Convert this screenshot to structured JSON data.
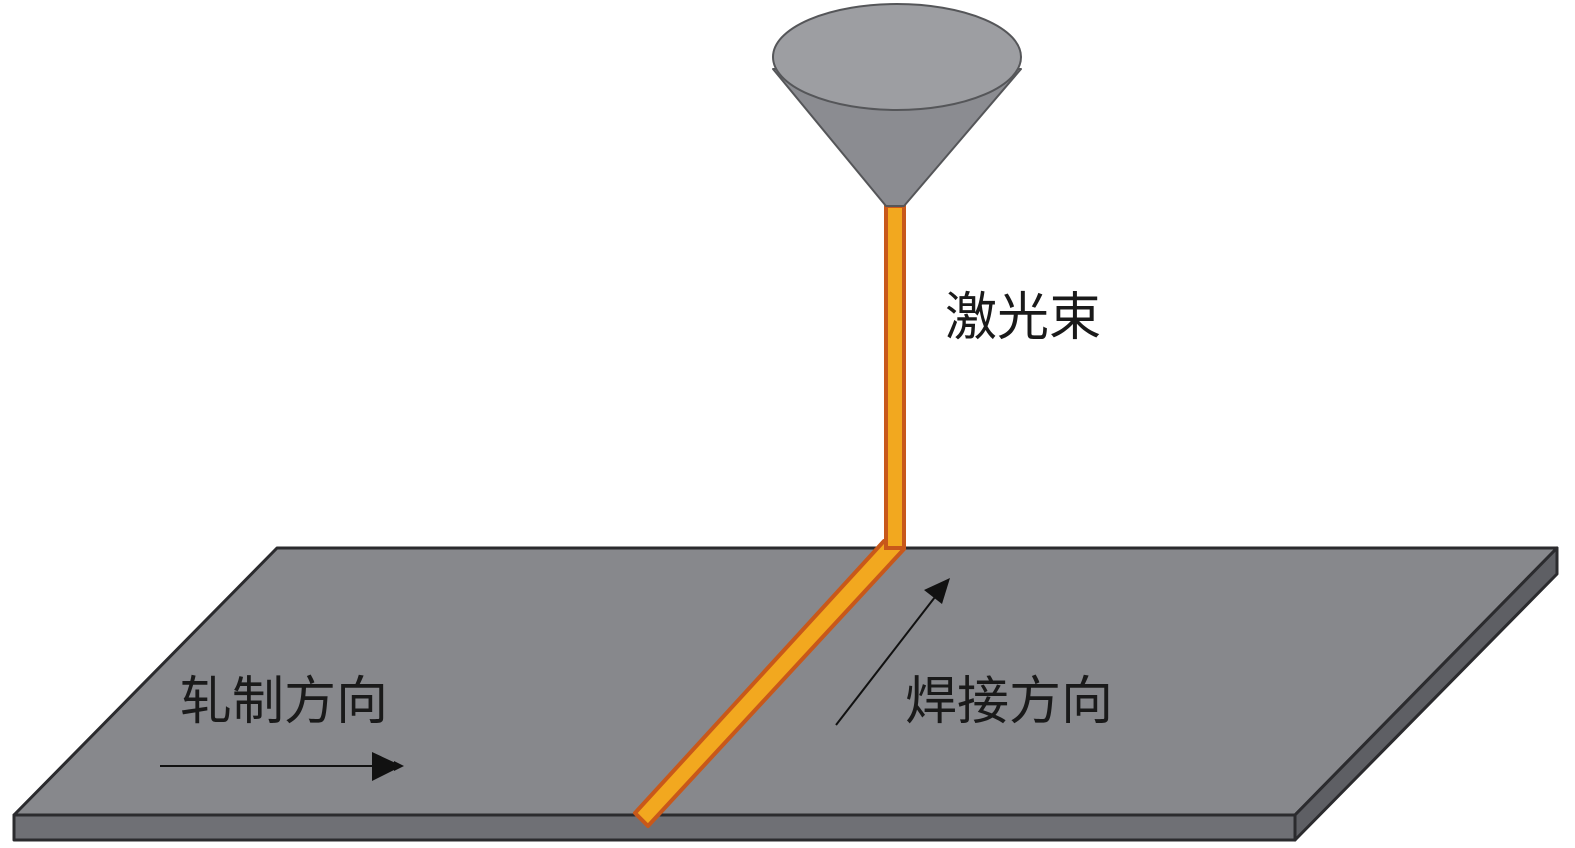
{
  "labels": {
    "laser_beam": "激光束",
    "rolling_direction": "轧制方向",
    "welding_direction": "焊接方向"
  },
  "colors": {
    "plate_top": "#87888c",
    "plate_front": "#6f7075",
    "plate_side": "#5e5f64",
    "plate_edge": "#2b2b2e",
    "nozzle_side": "#8b8c91",
    "nozzle_top": "#9d9ea2",
    "beam_fill": "#f2a81f",
    "beam_stroke": "#c8581a",
    "arrow": "#111111"
  },
  "icons": {
    "nozzle": "laser-nozzle-cone-icon",
    "rolling_arrow": "arrow-right-icon",
    "welding_arrow": "arrow-up-right-icon"
  }
}
